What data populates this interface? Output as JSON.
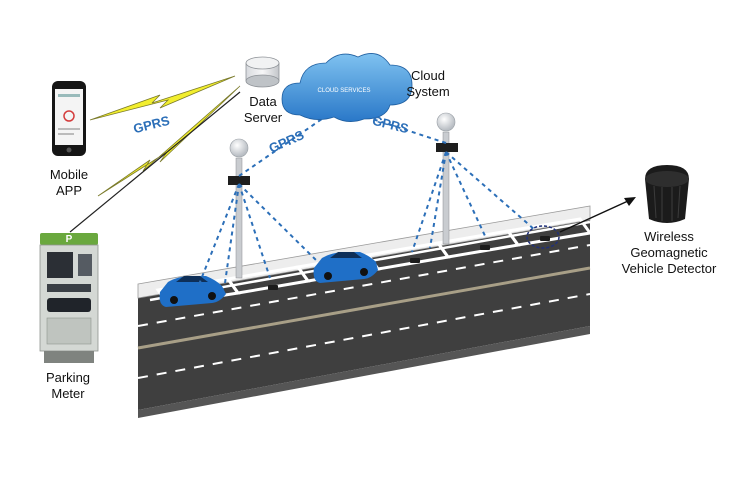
{
  "labels": {
    "mobile": "Mobile\nAPP",
    "data_server": "Data\nServer",
    "cloud": "Cloud\nSystem",
    "cloud_services": "CLOUD SERVICES",
    "meter": "Parking\nMeter",
    "detector": "Wireless\nGeomagnetic\nVehicle Detector",
    "meter_sign": "P"
  },
  "links": [
    "GPRS",
    "GPRS",
    "GPRS"
  ],
  "colors": {
    "road": "#3f3f3f",
    "lane_line": "#ffffff",
    "dashed_link": "#2c6fb8",
    "lightning": "#f2ee2e",
    "cloud": "#3d8fd6",
    "car": "#1f6fc7",
    "meter_body": "#d4d8d4",
    "meter_top": "#6aa83e"
  },
  "icons": [
    "smartphone-icon",
    "server-icon",
    "cloud-icon",
    "lightning-icon",
    "lamp-post-icon",
    "car-icon",
    "sensor-icon",
    "parking-meter-icon"
  ]
}
